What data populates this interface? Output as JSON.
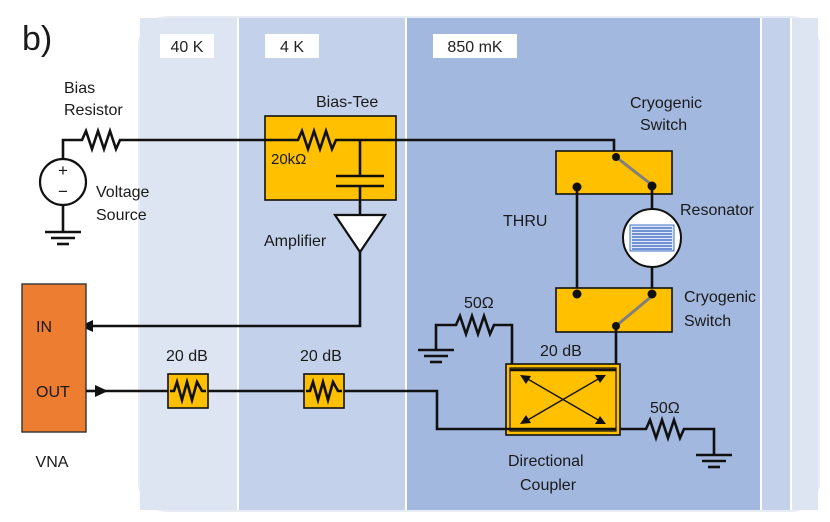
{
  "panel_label": "b)",
  "stages": {
    "s1": "40 K",
    "s2": "4 K",
    "s3": "850 mK"
  },
  "labels": {
    "bias_resistor": [
      "Bias",
      "Resistor"
    ],
    "voltage_source": [
      "Voltage",
      "Source"
    ],
    "plus": "+",
    "minus": "−",
    "bias_tee": "Bias-Tee",
    "tee_resistance": "20kΩ",
    "amplifier": "Amplifier",
    "cryo_switch_top": [
      "Cryogenic",
      "Switch"
    ],
    "cryo_switch_bottom": [
      "Cryogenic",
      "Switch"
    ],
    "thru": "THRU",
    "resonator": "Resonator",
    "fifty_ohm_left": "50Ω",
    "fifty_ohm_right": "50Ω",
    "coupler_atten": "20 dB",
    "atten1": "20 dB",
    "atten2": "20 dB",
    "directional_coupler": [
      "Directional",
      "Coupler"
    ],
    "vna_in": "IN",
    "vna_out": "OUT",
    "vna": "VNA"
  },
  "colors": {
    "stage_40k": "#dfe6f3",
    "stage_4k": "#c5d3eb",
    "stage_850mk": "#a3b9df",
    "component": "#ffc000",
    "vna": "#ed7d31"
  }
}
